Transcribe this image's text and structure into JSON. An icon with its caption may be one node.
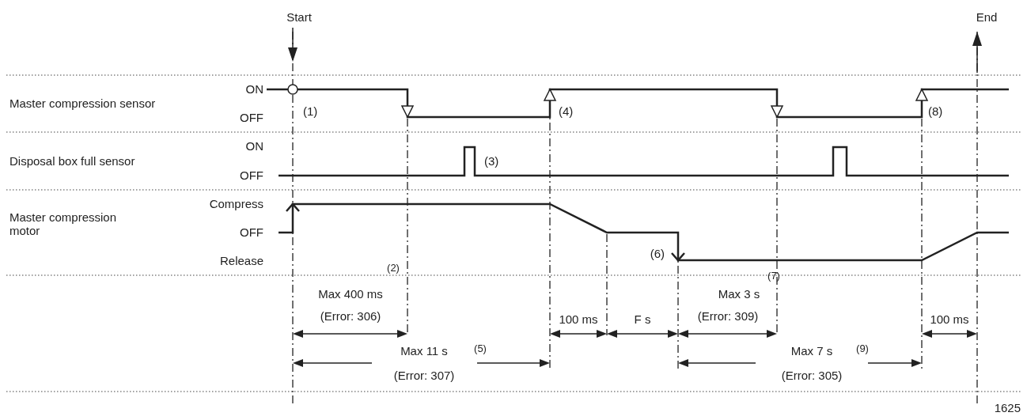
{
  "diagram": {
    "labels": [
      "Start",
      "End",
      "ON",
      "Master compression sensor",
      "(1)",
      "(4)",
      "(8)",
      "OFF",
      "ON",
      "Disposal box full sensor",
      "(3)",
      "OFF",
      "Compress",
      "Master compression motor",
      "OFF",
      "(6)",
      "Release",
      "(2)",
      "(7)",
      "Max 400 ms",
      "Max 3 s",
      "(Error: 306)",
      "100 ms",
      "F s",
      "(Error: 309)",
      "100 ms",
      "Max 11 s",
      "(5)",
      "Max 7 s",
      "(9)",
      "(Error: 307)",
      "(Error: 305)",
      "1625"
    ]
  }
}
